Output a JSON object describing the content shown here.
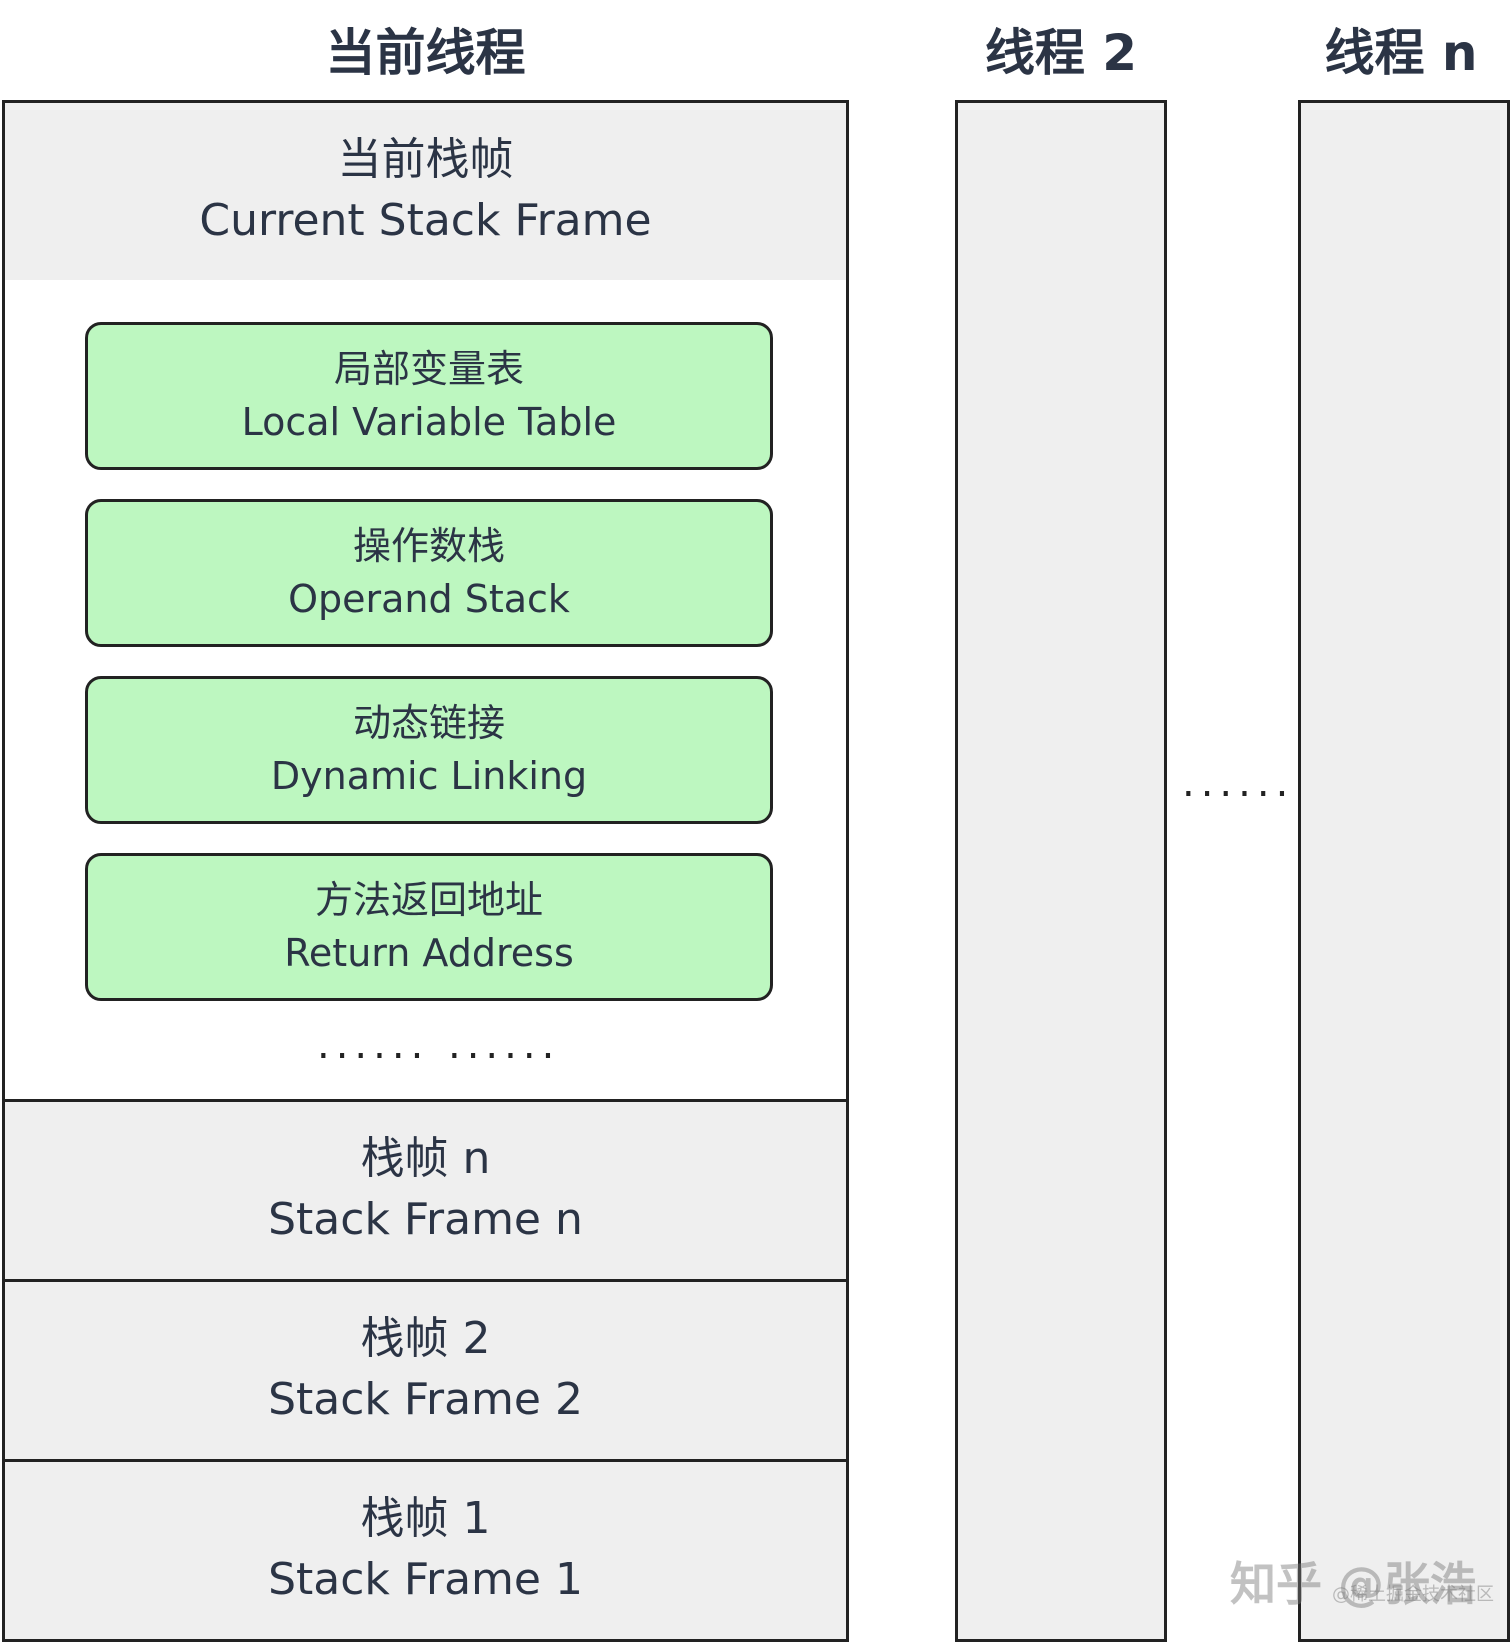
{
  "threads": {
    "current": "当前线程",
    "thread2": "线程 2",
    "threadN": "线程 n"
  },
  "current_frame": {
    "zh": "当前栈帧",
    "en": "Current Stack Frame"
  },
  "parts": [
    {
      "zh": "局部变量表",
      "en": "Local Variable Table"
    },
    {
      "zh": "操作数栈",
      "en": "Operand Stack"
    },
    {
      "zh": "动态链接",
      "en": "Dynamic Linking"
    },
    {
      "zh": "方法返回地址",
      "en": "Return Address"
    }
  ],
  "inner_ellipsis": "...... ......",
  "between_ellipsis": "......",
  "frames": [
    {
      "zh": "栈帧 n",
      "en": "Stack Frame n"
    },
    {
      "zh": "栈帧 2",
      "en": "Stack Frame 2"
    },
    {
      "zh": "栈帧 1",
      "en": "Stack Frame 1"
    }
  ],
  "watermark": {
    "main": "知乎 @张浩",
    "sub": "@稀土掘金技术社区"
  },
  "colors": {
    "frame_bg": "#efefef",
    "part_bg": "#bdf7c0",
    "border": "#222222",
    "text": "#2b3445"
  }
}
